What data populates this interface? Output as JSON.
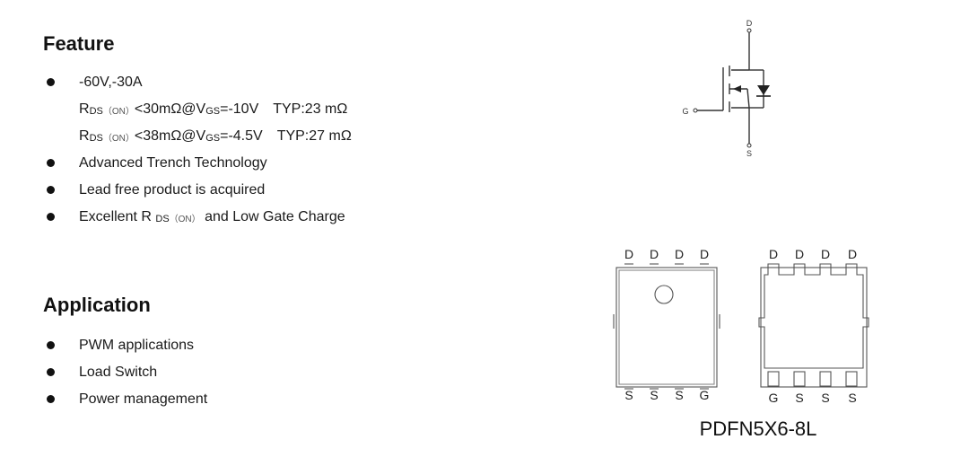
{
  "feature": {
    "heading": "Feature",
    "items": [
      {
        "text": "-60V,-30A"
      },
      {
        "r": "R",
        "r_sub": "DS",
        "r_on": "（ON）",
        "cond": "<30mΩ@V",
        "v_sub": "GS",
        "v_rest": "=-10V",
        "typ": "TYP:23 mΩ"
      },
      {
        "r": "R",
        "r_sub": "DS",
        "r_on": "（ON）",
        "cond": "<38mΩ@V",
        "v_sub": "GS",
        "v_rest": "=-4.5V",
        "typ": "TYP:27 mΩ"
      },
      {
        "text": "Advanced Trench Technology"
      },
      {
        "text": "Lead free product is acquired"
      },
      {
        "pre": "Excellent R",
        "r_sub": "DS",
        "r_on": "（ON）",
        "post": "and Low Gate Charge"
      }
    ]
  },
  "application": {
    "heading": "Application",
    "items": [
      {
        "text": "PWM applications"
      },
      {
        "text": "Load Switch"
      },
      {
        "text": "Power management"
      }
    ]
  },
  "schematic": {
    "drain": "D",
    "gate": "G",
    "source": "S"
  },
  "package": {
    "label": "PDFN5X6-8L",
    "top_pins_left": [
      "D",
      "D",
      "D",
      "D"
    ],
    "bottom_pins_left": [
      "S",
      "S",
      "S",
      "G"
    ],
    "top_pins_right": [
      "D",
      "D",
      "D",
      "D"
    ],
    "bottom_pins_right": [
      "G",
      "S",
      "S",
      "S"
    ]
  }
}
